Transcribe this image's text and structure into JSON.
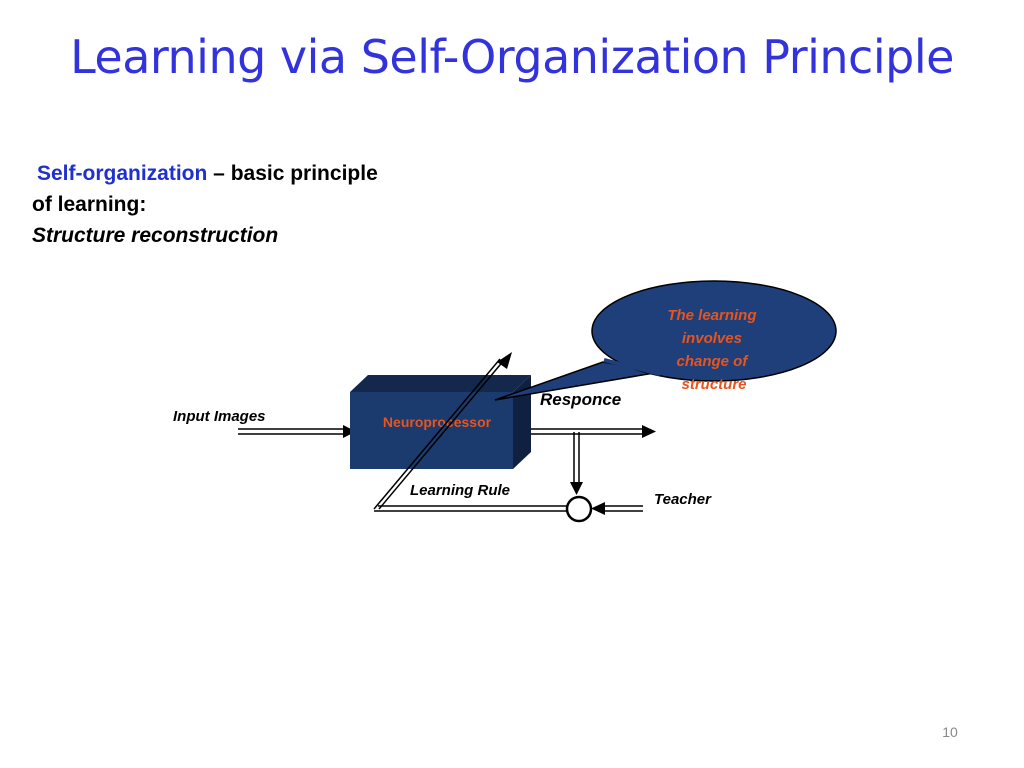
{
  "slide": {
    "title": "Learning via Self-Organization Principle",
    "body": {
      "keyword": "Self-organization",
      "line1_rest": " – basic principle",
      "line2": "of learning:",
      "line3": "Structure reconstruction"
    },
    "page_number": "10"
  },
  "diagram": {
    "block_label": "Neuroprocessor",
    "input_label": "Input Images",
    "output_label": "Responce",
    "learning_rule_label": "Learning Rule",
    "teacher_label": "Teacher",
    "callout_lines": [
      "The learning",
      "involves",
      "change of",
      "structure"
    ],
    "colors": {
      "block_front": "#1b3a6e",
      "block_top": "#14284e",
      "block_side": "#102040",
      "callout_fill": "#1f3f7a",
      "callout_text": "#e8541c",
      "block_text": "#e8541c",
      "title": "#3333dd",
      "keyword": "#1f2fd0"
    }
  }
}
